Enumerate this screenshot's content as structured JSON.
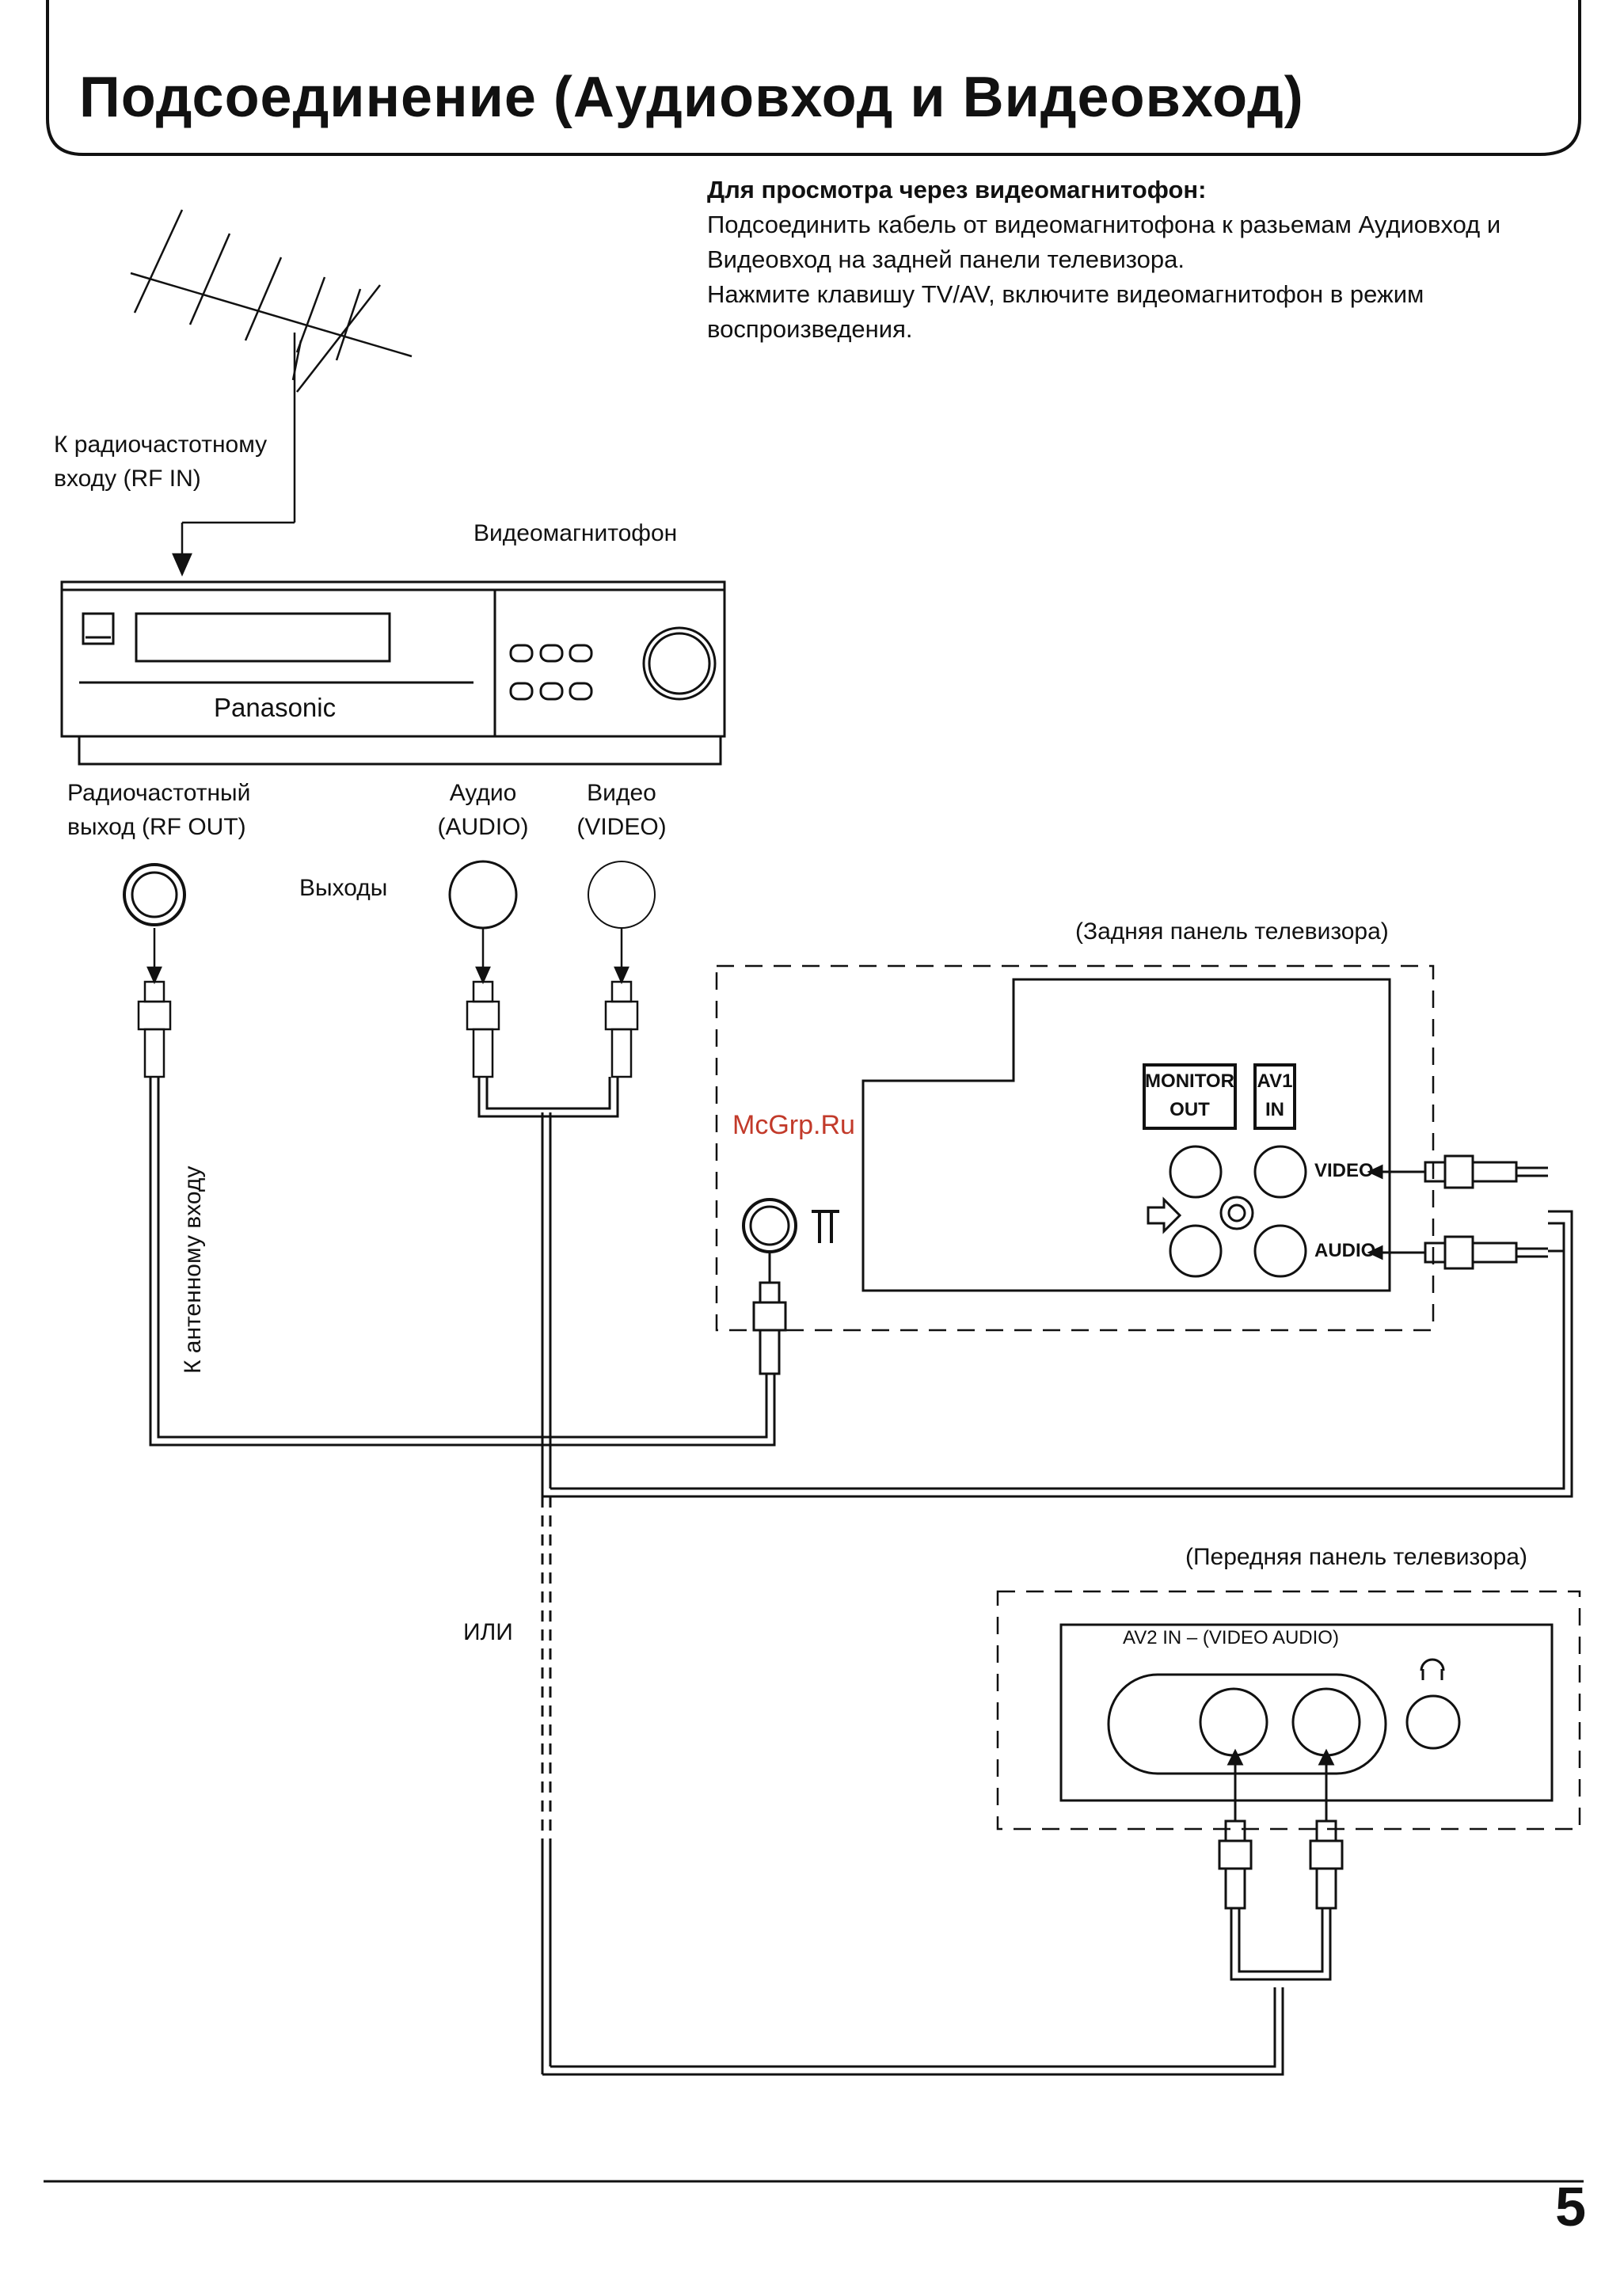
{
  "title": "Подсоединение (Аудиовход и Видеовход)",
  "instructions": {
    "heading": "Для просмотра через видеомагнитофон:",
    "line1": "Подсоединить кабель от видеомагнитофона к разьемам Аудиовход и",
    "line2": "Видеовход на задней панели телевизора.",
    "line3": "Нажмите клавишу TV/AV, включите видеомагнитофон в режим",
    "line4": "воспроизведения."
  },
  "labels": {
    "rf_in_1": "К радиочастотному",
    "rf_in_2": "входу (RF IN)",
    "vcr": "Видеомагнитофон",
    "brand": "Panasonic",
    "rf_out_1": "Радиочастотный",
    "rf_out_2": "выход (RF OUT)",
    "audio_1": "Аудио",
    "audio_2": "(AUDIO)",
    "video_1": "Видео",
    "video_2": "(VIDEO)",
    "outputs": "Выходы",
    "rear_panel": "(Задняя панель телевизора)",
    "monitor_out_1": "MONITOR",
    "monitor_out_2": "OUT",
    "av1_1": "AV1",
    "av1_2": "IN",
    "video_jack": "VIDEO",
    "audio_jack": "AUDIO",
    "antenna_in": "К антенному входу",
    "or": "ИЛИ",
    "front_panel": "(Передняя панель телевизора)",
    "av2_in": "AV2 IN  – (VIDEO  AUDIO)",
    "watermark": "McGrp.Ru"
  },
  "page_number": "5"
}
